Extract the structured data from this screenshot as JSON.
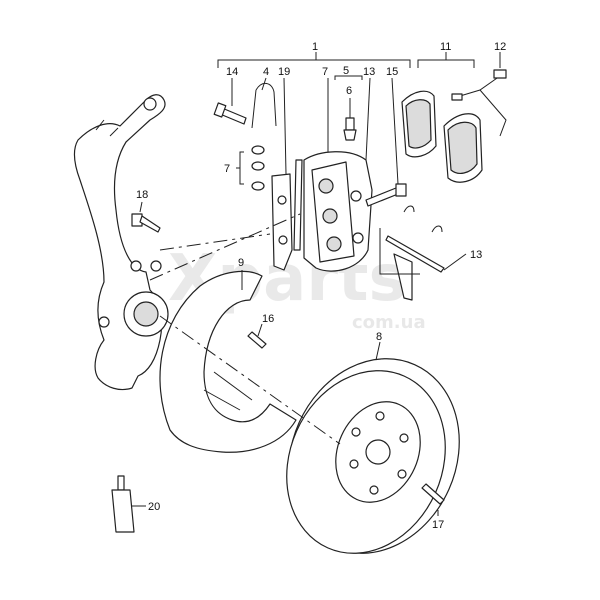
{
  "watermark": {
    "brand": "Xparts",
    "domain": "com.ua"
  },
  "callouts": [
    {
      "id": "1",
      "label": "1"
    },
    {
      "id": "11",
      "label": "11"
    },
    {
      "id": "12",
      "label": "12"
    },
    {
      "id": "14",
      "label": "14"
    },
    {
      "id": "4",
      "label": "4"
    },
    {
      "id": "19",
      "label": "19"
    },
    {
      "id": "7a",
      "label": "7"
    },
    {
      "id": "5",
      "label": "5"
    },
    {
      "id": "13a",
      "label": "13"
    },
    {
      "id": "15",
      "label": "15"
    },
    {
      "id": "6",
      "label": "6"
    },
    {
      "id": "7b",
      "label": "7"
    },
    {
      "id": "18",
      "label": "18"
    },
    {
      "id": "9",
      "label": "9"
    },
    {
      "id": "16",
      "label": "16"
    },
    {
      "id": "13b",
      "label": "13"
    },
    {
      "id": "8",
      "label": "8"
    },
    {
      "id": "17",
      "label": "17"
    },
    {
      "id": "20",
      "label": "20"
    }
  ]
}
